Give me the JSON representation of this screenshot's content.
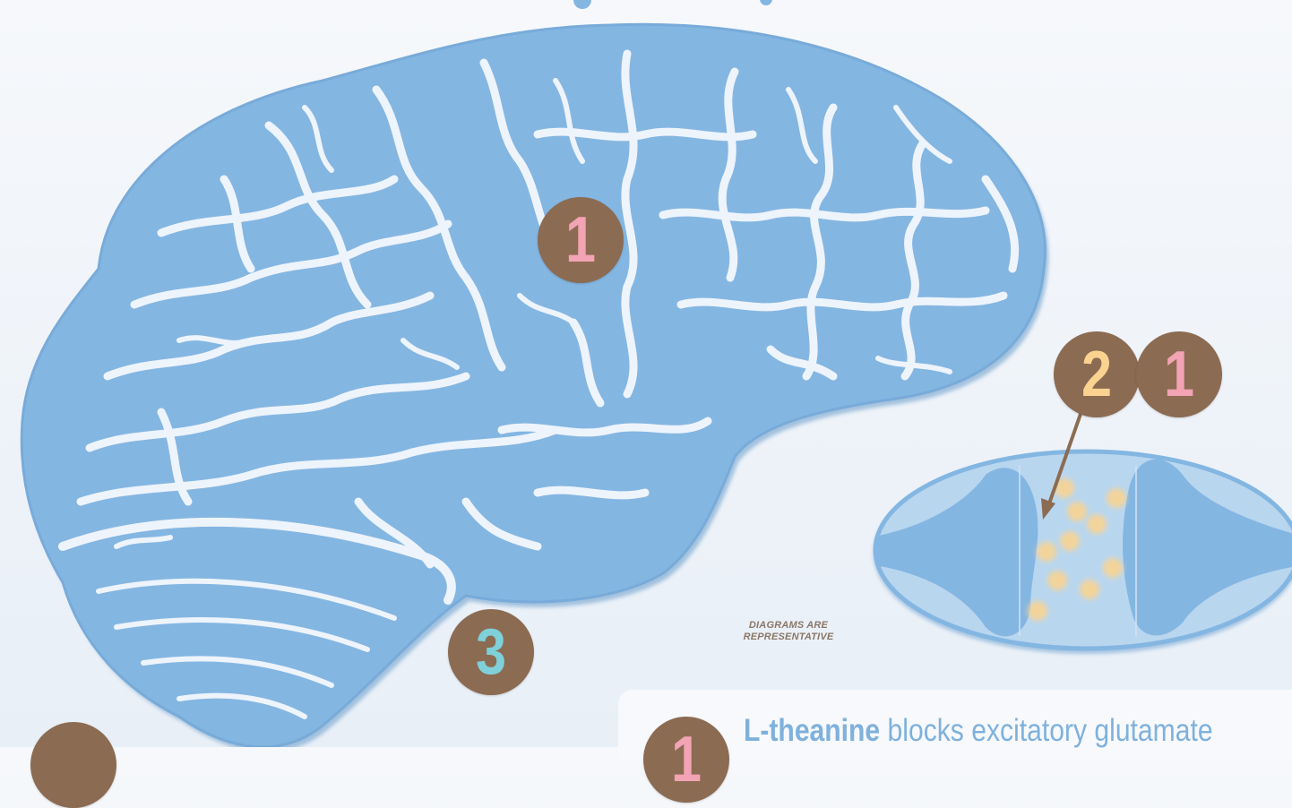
{
  "diagram": {
    "badges": [
      {
        "label": "1",
        "color": "#f2a3b4"
      },
      {
        "label": "2",
        "color": "#fbd391"
      },
      {
        "label": "1",
        "color": "#f2a3b4"
      },
      {
        "label": "3",
        "color": "#7fd0d8"
      },
      {
        "label": "",
        "color": "#8b6b52"
      },
      {
        "label": "1",
        "color": "#f2a3b4"
      }
    ],
    "note_line1": "DIAGRAMS ARE",
    "note_line2": "REPRESENTATIVE",
    "caption_term": "L-theanine",
    "caption_rest": " blocks excitatory glutamate"
  },
  "colors": {
    "brain_fill": "#84b6e2",
    "brain_groove": "#eef4fb",
    "badge_bg": "#8b6b52",
    "particle": "#fdd48c",
    "text_blue": "#7fb1dc"
  }
}
